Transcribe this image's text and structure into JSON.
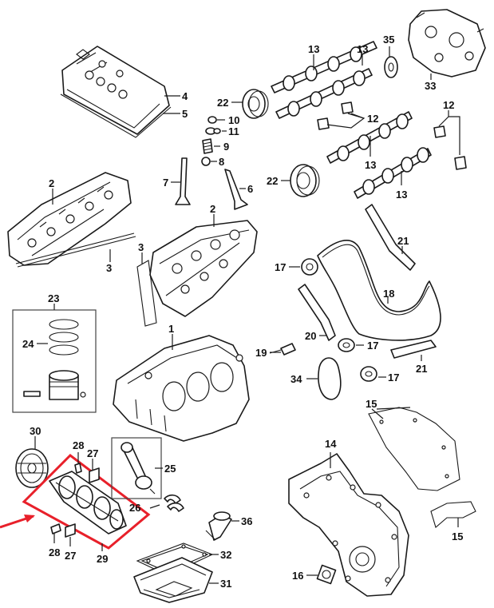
{
  "diagram": {
    "style": "exploded-view engine parts diagram (line art)",
    "highlight_color": "#e8202a",
    "line_color": "#1a1a1a",
    "background": "#ffffff",
    "callouts": {
      "c4": "4",
      "c5": "5",
      "c13a": "13",
      "c13b": "13",
      "c13c": "13",
      "c13d": "13",
      "c35": "35",
      "c33": "33",
      "c22a": "22",
      "c22b": "22",
      "c10": "10",
      "c11": "11",
      "c9": "9",
      "c8": "8",
      "c12a": "12",
      "c12b": "12",
      "c2a": "2",
      "c2b": "2",
      "c7": "7",
      "c6": "6",
      "c3a": "3",
      "c3b": "3",
      "c17a": "17",
      "c17b": "17",
      "c17c": "17",
      "c21a": "21",
      "c21b": "21",
      "c18": "18",
      "c20": "20",
      "c19": "19",
      "c34": "34",
      "c1": "1",
      "c23": "23",
      "c24": "24",
      "c30": "30",
      "c28a": "28",
      "c27a": "27",
      "c25": "25",
      "c26": "26",
      "c28b": "28",
      "c27b": "27",
      "c29": "29",
      "c36": "36",
      "c32": "32",
      "c31": "31",
      "c14": "14",
      "c15a": "15",
      "c15b": "15",
      "c16": "16"
    }
  }
}
